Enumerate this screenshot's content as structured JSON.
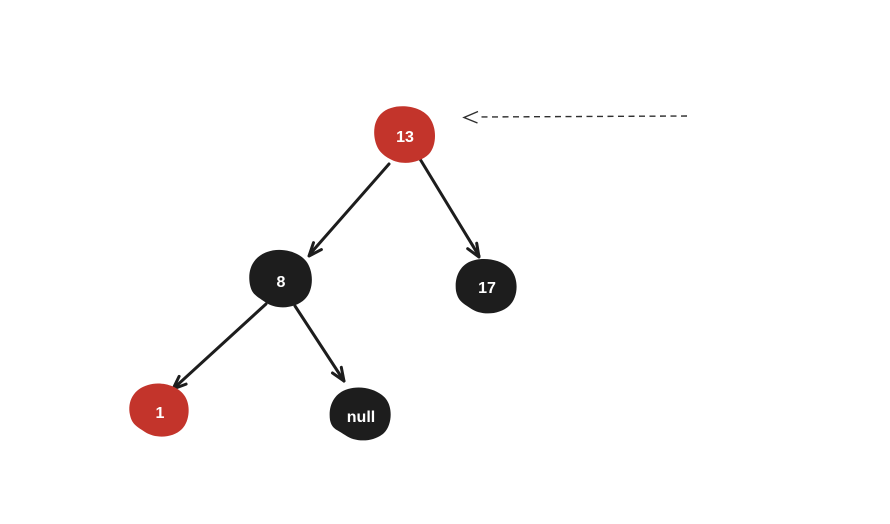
{
  "diagram": {
    "kind": "red-black-tree",
    "background": "#ffffff",
    "colors": {
      "red": "#c3342b",
      "black": "#1d1d1d",
      "edge": "#1d1d1d",
      "pointer": "#2f2f2f",
      "label": "#ffffff"
    },
    "nodes": [
      {
        "id": "13",
        "label": "13",
        "color": "red",
        "role": "root"
      },
      {
        "id": "8",
        "label": "8",
        "color": "black",
        "role": "left-child-of-13"
      },
      {
        "id": "17",
        "label": "17",
        "color": "black",
        "role": "right-child-of-13"
      },
      {
        "id": "1",
        "label": "1",
        "color": "red",
        "role": "left-child-of-8"
      },
      {
        "id": "null",
        "label": "null",
        "color": "black",
        "role": "right-child-of-8"
      }
    ],
    "edges": [
      {
        "from": "13",
        "to": "8"
      },
      {
        "from": "13",
        "to": "17"
      },
      {
        "from": "8",
        "to": "1"
      },
      {
        "from": "8",
        "to": "null"
      }
    ],
    "pointer": {
      "type": "dashed-arrow",
      "points_to": "13",
      "direction": "right-to-left"
    }
  }
}
